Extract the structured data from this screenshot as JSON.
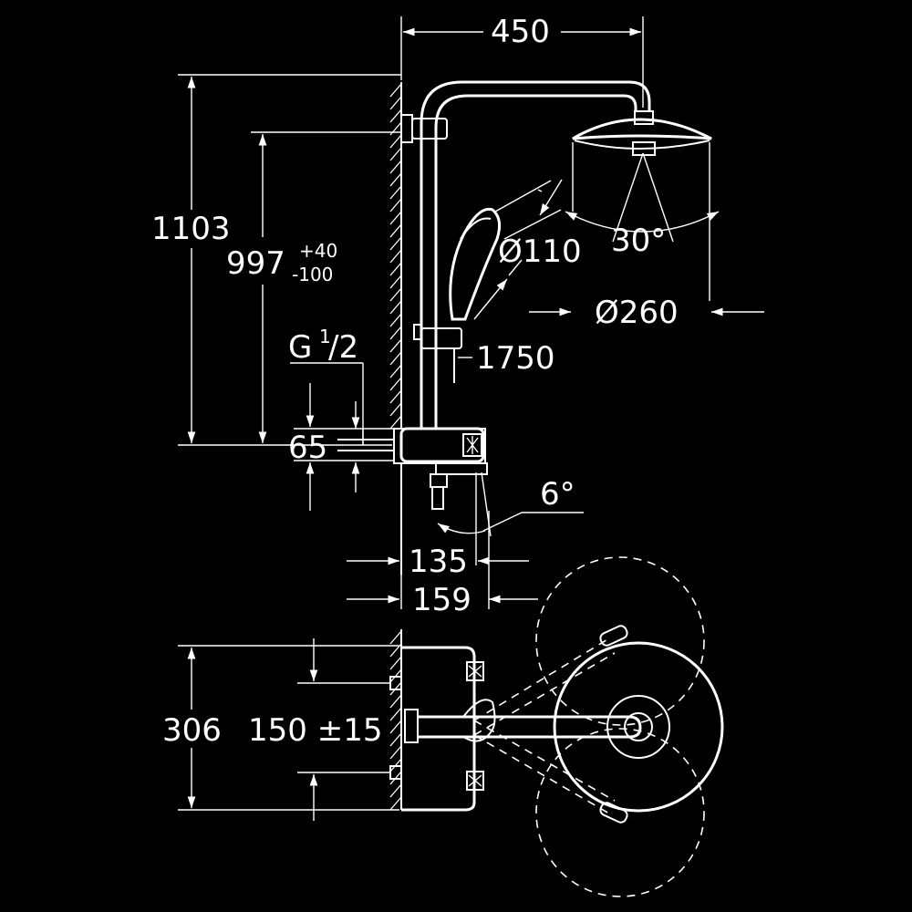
{
  "dimensions": {
    "width_450": "450",
    "height_1103": "1103",
    "height_997": "997",
    "tol_plus": "+40",
    "tol_minus": "-100",
    "thread_g": "G",
    "thread_num": "1",
    "thread_den": "/2",
    "dist_65": "65",
    "hand_dia": "Ø110",
    "hose_len": "1750",
    "head_dia": "Ø260",
    "spray_angle": "30°",
    "tilt_angle": "6°",
    "depth_135": "135",
    "depth_159": "159",
    "plan_306": "306",
    "plan_150": "150 ±15"
  },
  "colors": {
    "background": "#000000",
    "lines": "#ffffff"
  }
}
